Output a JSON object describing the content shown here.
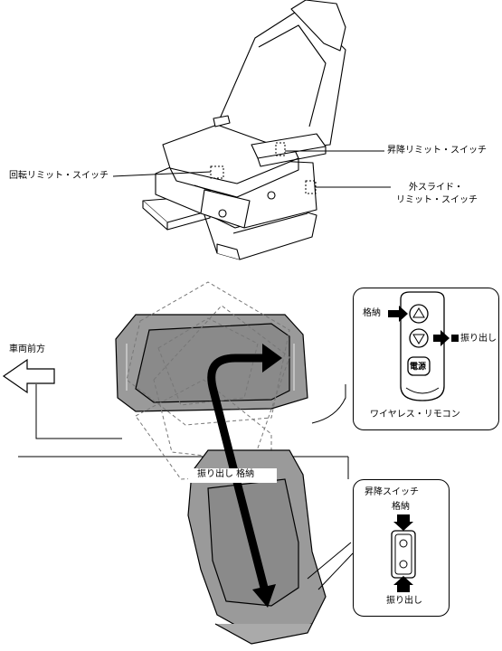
{
  "labels": {
    "rotation_limit_switch": "回転リミット・スイッチ",
    "lift_limit_switch": "昇降リミット・スイッチ",
    "outer_slide_line1": "外スライド・",
    "outer_slide_line2": "リミット・スイッチ",
    "vehicle_front": "車両前方",
    "swing_store": "振り出し  格納"
  },
  "remote_panel": {
    "store": "格納",
    "swing_out": "振り出し",
    "power": "電源",
    "caption": "ワイヤレス・リモコン"
  },
  "lift_panel": {
    "title": "昇降スイッチ",
    "store": "格納",
    "swing_out": "振り出し"
  }
}
